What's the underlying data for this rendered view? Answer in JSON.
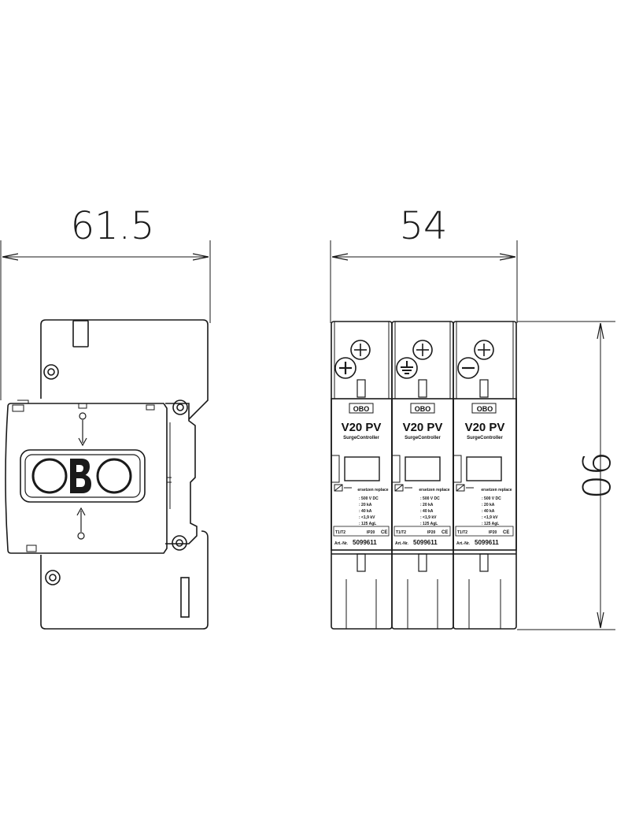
{
  "dimensions": {
    "side_width": "61.5",
    "front_width": "54",
    "height": "90"
  },
  "module": {
    "brand": "OBO",
    "model": "V20 PV",
    "subtitle": "SurgeController",
    "replace_label": "ersetzen replace",
    "spec_lines": [
      ": 500 V DC",
      ": 20 kA",
      ": 40 kA",
      ": <1,9 kV",
      ": 125 AgL"
    ],
    "class_label": "T1/T2",
    "ip_rating": "IP20",
    "ce_mark": "CE",
    "article_prefix": "Art.-Nr.",
    "article_number": "5099611",
    "terminal_symbols": [
      "plus",
      "earth",
      "minus"
    ]
  },
  "colors": {
    "line": "#1a1a1a",
    "background": "#ffffff"
  }
}
